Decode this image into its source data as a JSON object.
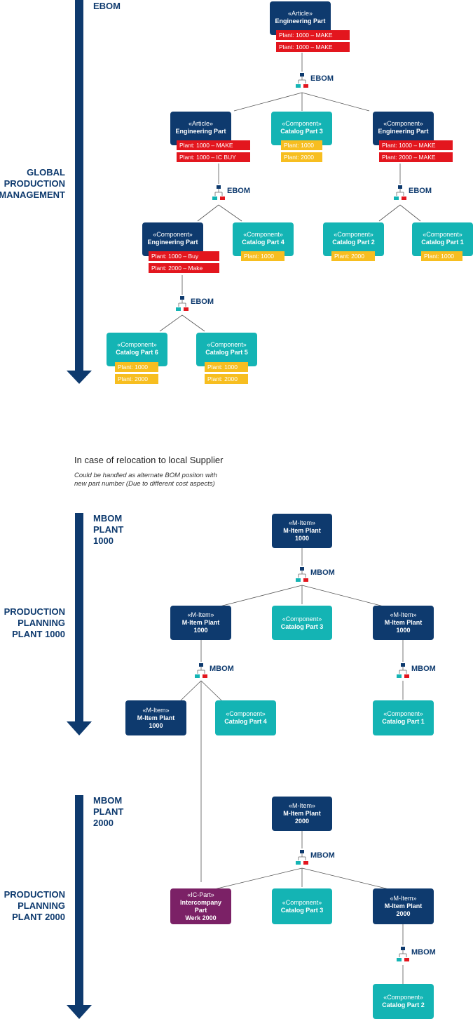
{
  "colors": {
    "navy": "#0e3a6e",
    "teal": "#14b4b4",
    "purple": "#7b2166",
    "red": "#e3161e",
    "yellow": "#f7be20"
  },
  "section1": {
    "title": "EBOM",
    "side": "GLOBAL\nPRODUCTION\nMANAGEMENT",
    "n_root": {
      "st": "«Article»",
      "nm": "Engineering Part"
    },
    "t_root_1": "Plant: 1000 – MAKE",
    "t_root_2": "Plant: 1000 – MAKE",
    "b_root": "EBOM",
    "n_a": {
      "st": "«Article»",
      "nm": "Engineering Part"
    },
    "t_a_1": "Plant: 1000 – MAKE",
    "t_a_2": "Plant: 1000 – IC BUY",
    "n_cp3": {
      "st": "«Component»",
      "nm": "Catalog Part 3"
    },
    "t_cp3_1": "Plant: 1000",
    "t_cp3_2": "Plant: 2000",
    "n_ce": {
      "st": "«Component»",
      "nm": "Engineering Part"
    },
    "t_ce_1": "Plant: 1000 – MAKE",
    "t_ce_2": "Plant: 2000 – MAKE",
    "b_a": "EBOM",
    "b_ce": "EBOM",
    "n_ce2": {
      "st": "«Component»",
      "nm": "Engineering Part"
    },
    "t_ce2_1": "Plant: 1000 – Buy",
    "t_ce2_2": "Plant: 2000 – Make",
    "n_cp4": {
      "st": "«Component»",
      "nm": "Catalog Part 4"
    },
    "t_cp4_1": "Plant: 1000",
    "n_cp2": {
      "st": "«Component»",
      "nm": "Catalog Part 2"
    },
    "t_cp2_1": "Plant: 2000",
    "n_cp1": {
      "st": "«Component»",
      "nm": "Catalog Part 1"
    },
    "t_cp1_1": "Plant: 1000",
    "b_ce2": "EBOM",
    "n_cp6": {
      "st": "«Component»",
      "nm": "Catalog Part 6"
    },
    "t_cp6_1": "Plant: 1000",
    "t_cp6_2": "Plant: 2000",
    "n_cp5": {
      "st": "«Component»",
      "nm": "Catalog Part 5"
    },
    "t_cp5_1": "Plant: 1000",
    "t_cp5_2": "Plant: 2000"
  },
  "note": {
    "main": "In case of relocation to local Supplier",
    "sub": "Could be handled as alternate BOM positon with\nnew part number (Due to different cost aspects)"
  },
  "section2": {
    "title": "MBOM\nPLANT\n1000",
    "side": "PRODUCTION\nPLANNING\nPLANT 1000",
    "n_root": {
      "st": "«M-Item»",
      "nm": "M-Item Plant\n1000"
    },
    "b_root": "MBOM",
    "n_a": {
      "st": "«M-Item»",
      "nm": "M-Item Plant\n1000"
    },
    "n_cp3": {
      "st": "«Component»",
      "nm": "Catalog Part 3"
    },
    "n_c": {
      "st": "«M-Item»",
      "nm": "M-Item Plant\n1000"
    },
    "b_a": "MBOM",
    "b_c": "MBOM",
    "n_aa": {
      "st": "«M-Item»",
      "nm": "M-Item Plant\n1000"
    },
    "n_cp4": {
      "st": "«Component»",
      "nm": "Catalog Part 4"
    },
    "n_cp1": {
      "st": "«Component»",
      "nm": "Catalog Part 1"
    }
  },
  "section3": {
    "title": "MBOM\nPLANT\n2000",
    "side": "PRODUCTION\nPLANNING\nPLANT 2000",
    "n_root": {
      "st": "«M-Item»",
      "nm": "M-Item Plant\n2000"
    },
    "b_root": "MBOM",
    "n_ic": {
      "st": "«IC-Part»",
      "nm": "Intercompany Part\nWerk 2000"
    },
    "n_cp3": {
      "st": "«Component»",
      "nm": "Catalog Part 3"
    },
    "n_c": {
      "st": "«M-Item»",
      "nm": "M-Item Plant\n2000"
    },
    "b_c": "MBOM",
    "n_cp2": {
      "st": "«Component»",
      "nm": "Catalog Part 2"
    }
  }
}
